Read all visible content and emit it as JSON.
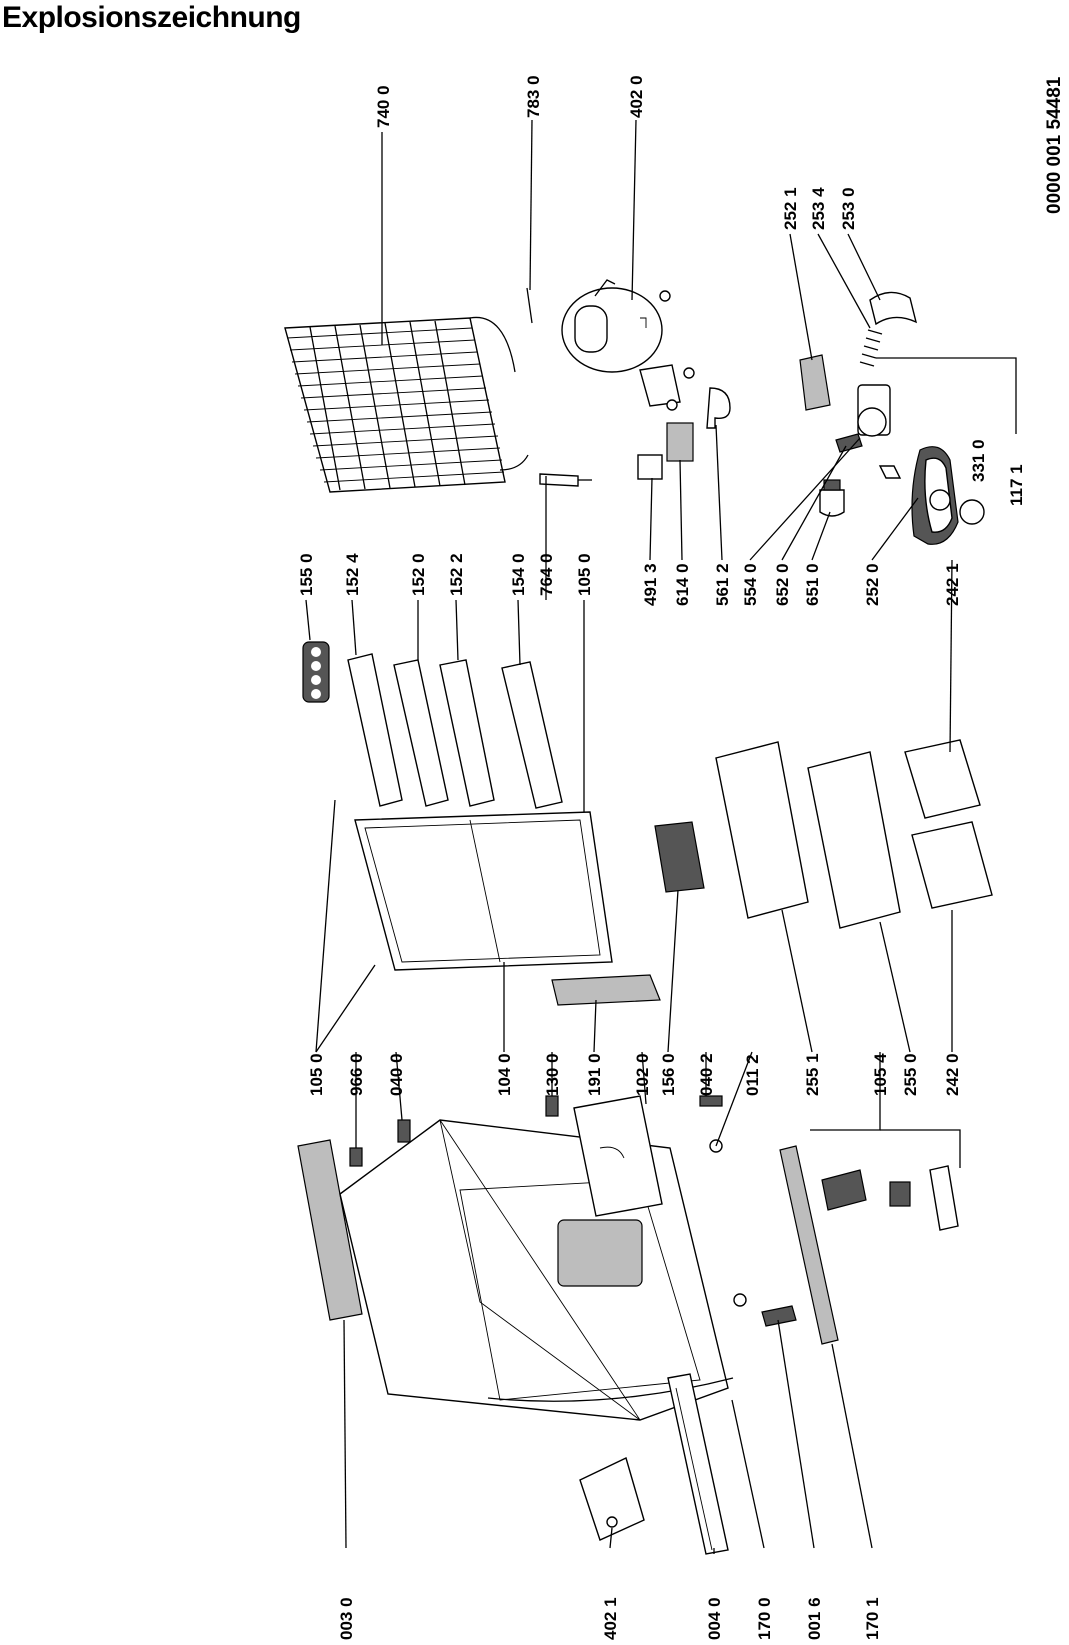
{
  "title": "Explosionszeichnung",
  "document_number": "0000 001 54481",
  "parts": [
    "740 0",
    "783 0",
    "402 0",
    "252 1",
    "253 4",
    "253 0",
    "117 1",
    "331 0",
    "155 0",
    "152 4",
    "152 0",
    "152 2",
    "154 0",
    "764 0",
    "105 0",
    "491 3",
    "614 0",
    "561 2",
    "554 0",
    "652 0",
    "651 0",
    "252 0",
    "242 1",
    "105 0",
    "966 0",
    "040 0",
    "104 0",
    "130 0",
    "191 0",
    "102 0",
    "156 0",
    "040 2",
    "011 2",
    "255 1",
    "105 4",
    "255 0",
    "242 0",
    "003 0",
    "402 1",
    "004 0",
    "170 0",
    "001 6",
    "170 1"
  ]
}
